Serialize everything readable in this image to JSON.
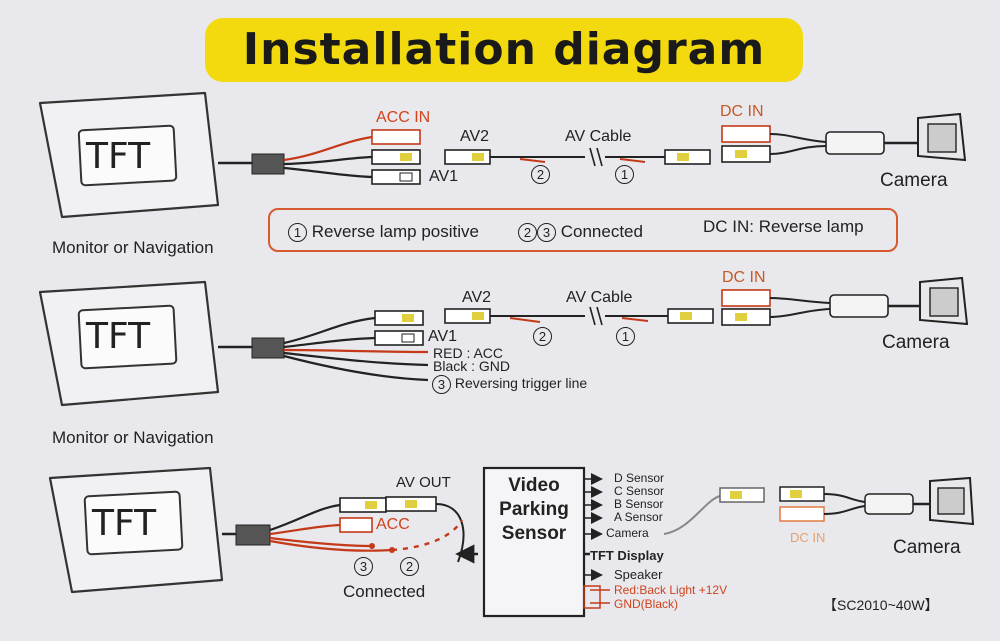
{
  "title": "Installation diagram",
  "colors": {
    "title_bg": "#f3da0f",
    "red_wire": "#d43a1a",
    "orange_text": "#d0431d",
    "legend_border": "#d85a30"
  },
  "top": {
    "tft": "TFT",
    "monitor_label": "Monitor or Navigation",
    "acc_in": "ACC IN",
    "av1": "AV1",
    "av2": "AV2",
    "av_cable": "AV Cable",
    "mark_2": "2",
    "mark_1": "1",
    "dc_in": "DC IN",
    "camera": "Camera"
  },
  "legend": {
    "n1": "1",
    "item1": "Reverse lamp positive",
    "n2": "2",
    "n3": "3",
    "item2": "Connected",
    "item3": "DC IN: Reverse lamp"
  },
  "middle": {
    "tft": "TFT",
    "monitor_label": "Monitor or Navigation",
    "av2": "AV2",
    "av_cable": "AV Cable",
    "av1": "AV1",
    "red_acc": "RED : ACC",
    "black_gnd": "Black : GND",
    "n3": "3",
    "trigger": "Reversing trigger line",
    "mark_2": "2",
    "mark_1": "1",
    "dc_in": "DC IN",
    "camera": "Camera"
  },
  "bottom": {
    "tft": "TFT",
    "acc": "ACC",
    "av_out": "AV OUT",
    "n3": "3",
    "n2": "2",
    "connected": "Connected",
    "sensor_line1": "Video",
    "sensor_line2": "Parking",
    "sensor_line3": "Sensor",
    "ports": [
      "D  Sensor",
      "C  Sensor",
      "B  Sensor",
      "A  Sensor",
      "Camera"
    ],
    "tft_display": "TFT Display",
    "speaker": "Speaker",
    "red_back": "Red:Back Light +12V",
    "gnd_black": "GND(Black)",
    "dc_in": "DC IN",
    "camera": "Camera",
    "model": "【SC2010~40W】"
  }
}
